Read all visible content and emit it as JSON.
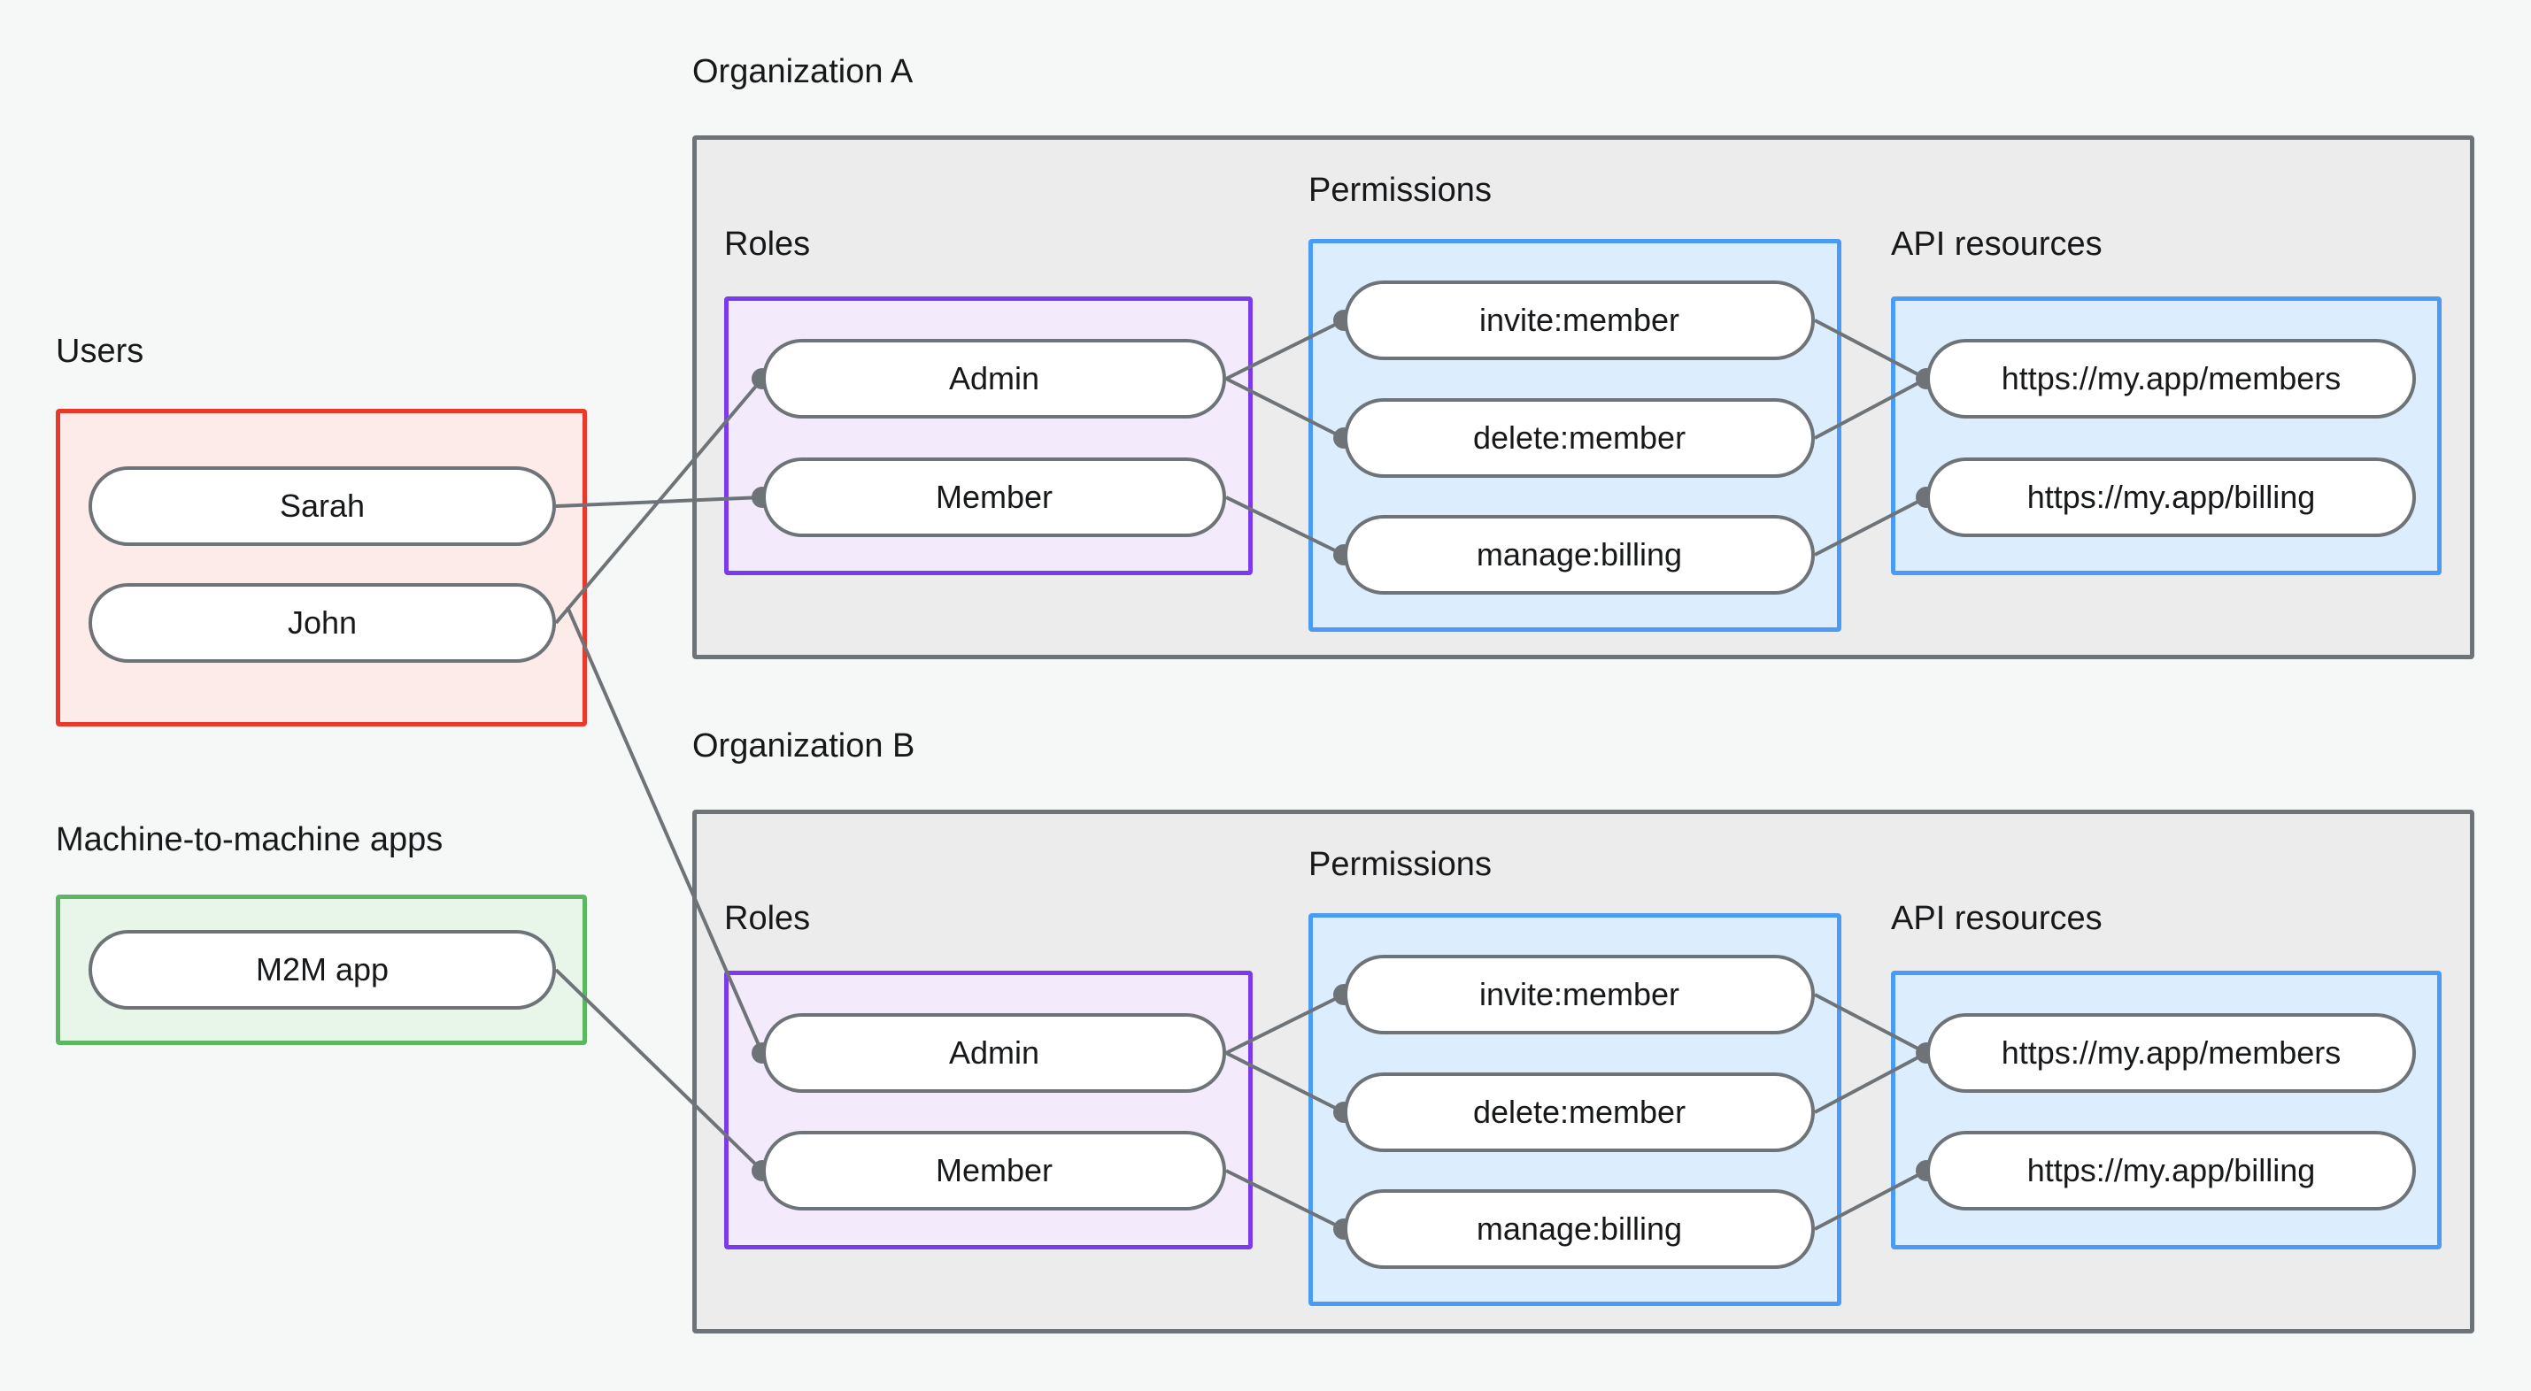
{
  "background_color": "#f6f8f7",
  "captions": {
    "users": "Users",
    "m2m": "Machine-to-machine apps",
    "org_a": "Organization A",
    "org_b": "Organization B",
    "roles_a": "Roles",
    "permissions_a": "Permissions",
    "api_resources_a": "API resources",
    "roles_b": "Roles",
    "permissions_b": "Permissions",
    "api_resources_b": "API resources"
  },
  "colors": {
    "users_border": "#e8392b",
    "users_fill": "#fdebe9",
    "m2m_border": "#5cb860",
    "m2m_fill": "#e8f6e9",
    "roles_border": "#7c3aed",
    "roles_fill": "#f3ebfc",
    "permissions_border": "#4a9bf5",
    "permissions_fill": "#dcedfd",
    "api_border": "#4a9bf5",
    "api_fill": "#dcedfd",
    "org_border": "#6e7377",
    "org_fill": "#ececec",
    "node_border": "#6e7377",
    "node_fill": "#ffffff",
    "edge": "#6e7377",
    "text": "#16181a"
  },
  "users": {
    "items": [
      {
        "label": "Sarah"
      },
      {
        "label": "John"
      }
    ]
  },
  "m2m": {
    "items": [
      {
        "label": "M2M app"
      }
    ]
  },
  "org_a": {
    "roles": [
      {
        "label": "Admin"
      },
      {
        "label": "Member"
      }
    ],
    "permissions": [
      {
        "label": "invite:member"
      },
      {
        "label": "delete:member"
      },
      {
        "label": "manage:billing"
      }
    ],
    "api_resources": [
      {
        "label": "https://my.app/members"
      },
      {
        "label": "https://my.app/billing"
      }
    ]
  },
  "org_b": {
    "roles": [
      {
        "label": "Admin"
      },
      {
        "label": "Member"
      }
    ],
    "permissions": [
      {
        "label": "invite:member"
      },
      {
        "label": "delete:member"
      },
      {
        "label": "manage:billing"
      }
    ],
    "api_resources": [
      {
        "label": "https://my.app/members"
      },
      {
        "label": "https://my.app/billing"
      }
    ]
  },
  "connections": [
    {
      "from": "users.Sarah",
      "to": "org_a.roles.Member"
    },
    {
      "from": "users.John",
      "to": "org_a.roles.Admin"
    },
    {
      "from": "users.John",
      "to": "org_b.roles.Admin"
    },
    {
      "from": "m2m.M2M app",
      "to": "org_b.roles.Member"
    },
    {
      "from": "org_a.roles.Admin",
      "to": "org_a.permissions.invite:member"
    },
    {
      "from": "org_a.roles.Admin",
      "to": "org_a.permissions.delete:member"
    },
    {
      "from": "org_a.roles.Member",
      "to": "org_a.permissions.manage:billing"
    },
    {
      "from": "org_a.permissions.invite:member",
      "to": "org_a.api.members"
    },
    {
      "from": "org_a.permissions.delete:member",
      "to": "org_a.api.members"
    },
    {
      "from": "org_a.permissions.manage:billing",
      "to": "org_a.api.billing"
    },
    {
      "from": "org_b.roles.Admin",
      "to": "org_b.permissions.invite:member"
    },
    {
      "from": "org_b.roles.Admin",
      "to": "org_b.permissions.delete:member"
    },
    {
      "from": "org_b.roles.Member",
      "to": "org_b.permissions.manage:billing"
    },
    {
      "from": "org_b.permissions.invite:member",
      "to": "org_b.api.members"
    },
    {
      "from": "org_b.permissions.delete:member",
      "to": "org_b.api.members"
    },
    {
      "from": "org_b.permissions.manage:billing",
      "to": "org_b.api.billing"
    }
  ]
}
